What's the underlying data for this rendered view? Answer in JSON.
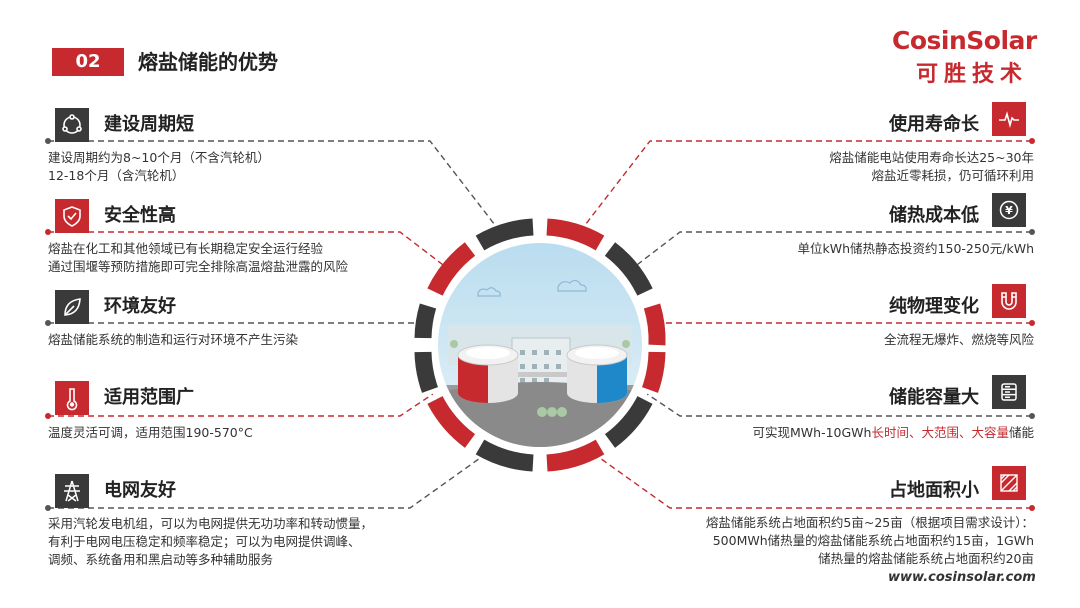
{
  "header": {
    "badge": "02",
    "title": "熔盐储能的优势"
  },
  "logo": {
    "en": "CosinSolar",
    "cn": "可胜技术"
  },
  "left_features": [
    {
      "title": "建设周期短",
      "icon": "cycle-icon",
      "lines": [
        "建设周期约为8~10个月（不含汽轮机）",
        "12-18个月（含汽轮机）"
      ]
    },
    {
      "title": "安全性高",
      "icon": "shield-check-icon",
      "lines": [
        "熔盐在化工和其他领域已有长期稳定安全运行经验",
        "通过围堰等预防措施即可完全排除高温熔盐泄露的风险"
      ]
    },
    {
      "title": "环境友好",
      "icon": "leaf-icon",
      "lines": [
        "熔盐储能系统的制造和运行对环境不产生污染"
      ]
    },
    {
      "title": "适用范围广",
      "icon": "thermometer-icon",
      "lines": [
        "温度灵活可调，适用范围190-570°C"
      ]
    },
    {
      "title": "电网友好",
      "icon": "power-tower-icon",
      "lines": [
        "采用汽轮发电机组，可以为电网提供无功功率和转动惯量，",
        "有利于电网电压稳定和频率稳定；可以为电网提供调峰、",
        "调频、系统备用和黑启动等多种辅助服务"
      ]
    }
  ],
  "right_features": [
    {
      "title": "使用寿命长",
      "icon": "pulse-icon",
      "lines": [
        "熔盐储能电站使用寿命长达25~30年",
        "熔盐近零耗损，仍可循环利用"
      ]
    },
    {
      "title": "储热成本低",
      "icon": "yuan-coin-icon",
      "lines": [
        "单位kWh储热静态投资约150-250元/kWh"
      ]
    },
    {
      "title": "纯物理变化",
      "icon": "magnet-icon",
      "lines": [
        "全流程无爆炸、燃烧等风险"
      ]
    },
    {
      "title": "储能容量大",
      "icon": "server-stack-icon",
      "capacity": {
        "prefix": "可实现MWh-10GWh",
        "highlight": "长时间、大范围、大容量",
        "suffix": "储能"
      }
    },
    {
      "title": "占地面积小",
      "icon": "area-grid-icon",
      "lines": [
        "熔盐储能系统占地面积约5亩~25亩（根据项目需求设计）：",
        "500MWh储热量的熔盐储能系统占地面积约15亩，1GWh",
        "储热量的熔盐储能系统占地面积约20亩"
      ]
    }
  ],
  "footer": {
    "website": "www.cosinsolar.com"
  },
  "colors": {
    "brand_red": "#c62a2f",
    "dark_gray": "#3a3a3a",
    "dashed_gray": "#555555"
  }
}
